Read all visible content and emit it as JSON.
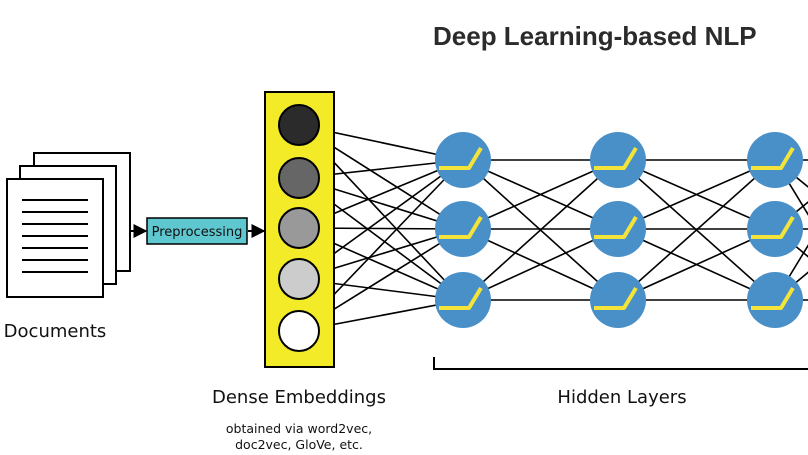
{
  "title": "Deep Learning-based NLP",
  "documents": {
    "label": "Documents"
  },
  "preprocessing": {
    "label": "Preprocessing"
  },
  "embeddings": {
    "label": "Dense Embeddings",
    "note_line1": "obtained via word2vec,",
    "note_line2": "doc2vec, GloVe, etc.",
    "node_fills": [
      "#2b2b2b",
      "#666666",
      "#999999",
      "#cccccc",
      "#ffffff"
    ],
    "panel_color": "#f3ea28"
  },
  "hidden_layers": {
    "label": "Hidden Layers"
  },
  "colors": {
    "neuron_fill": "#4a90c8",
    "activation_line": "#f4e43a",
    "preprocess_fill": "#5ec7cf",
    "edge": "#000000"
  },
  "icons": {
    "documents": "stacked-documents-icon",
    "neuron": "relu-neuron-icon"
  }
}
